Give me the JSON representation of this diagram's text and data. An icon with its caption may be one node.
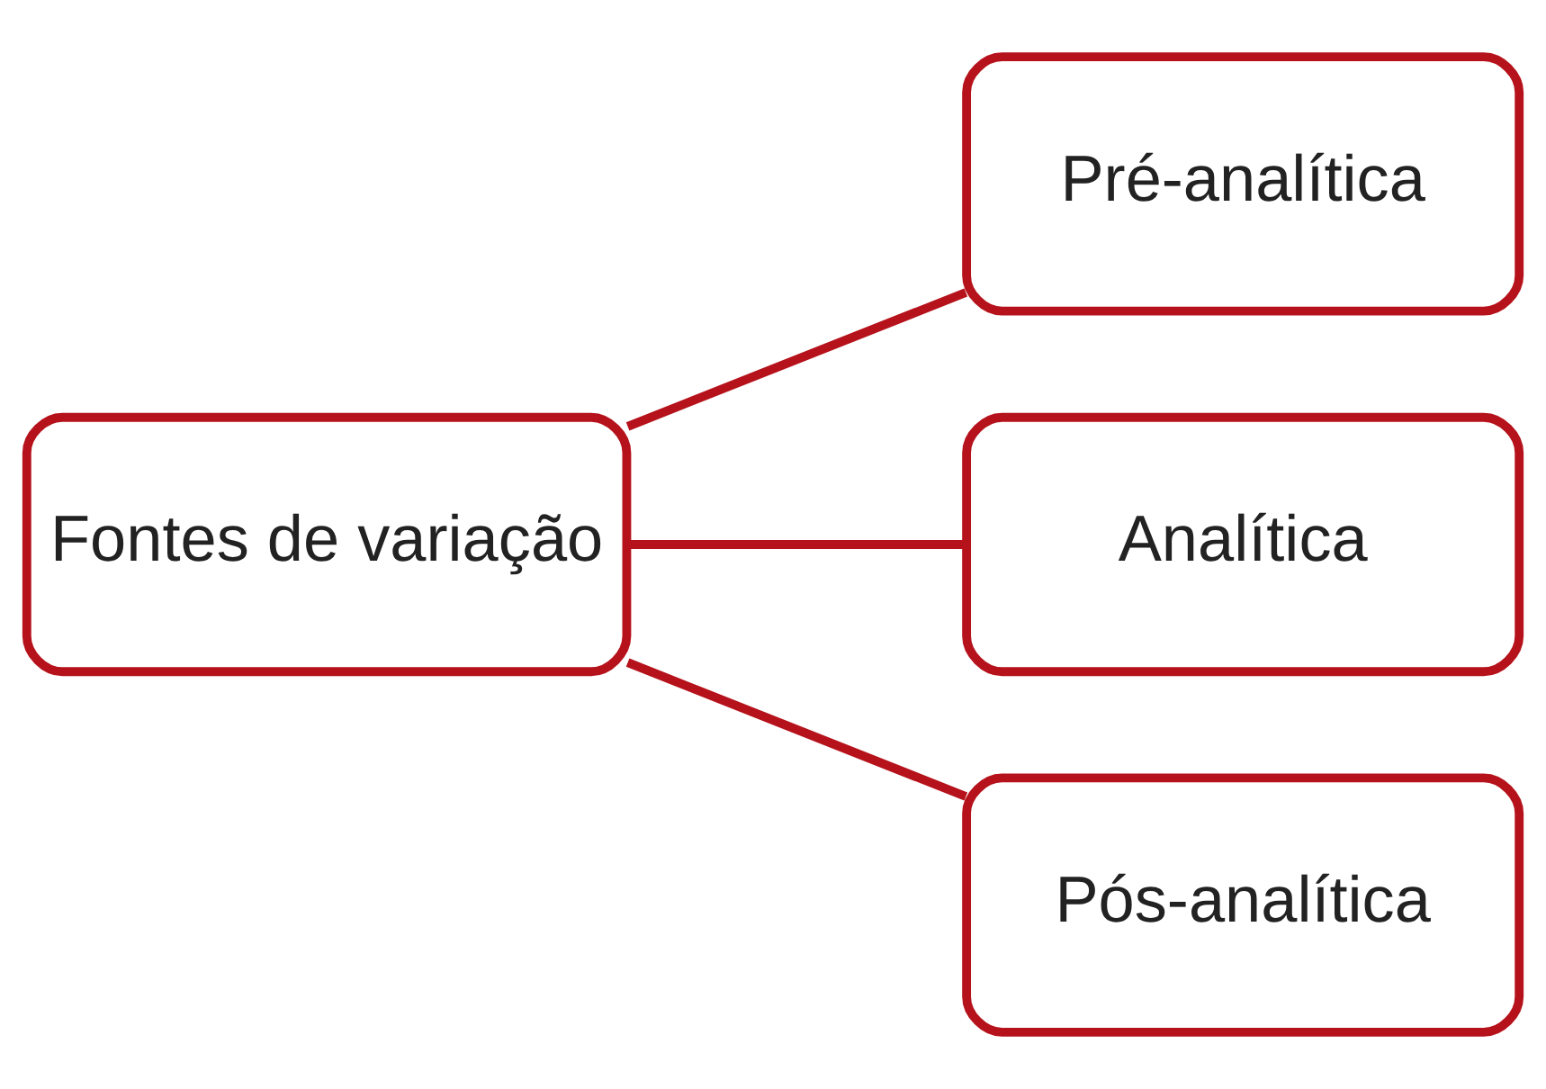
{
  "diagram": {
    "nodes": [
      {
        "text": [
          "Fontes de variação"
        ]
      },
      {
        "text": [
          "Pré-analítica"
        ]
      },
      {
        "text": [
          "Analítica"
        ]
      },
      {
        "text": [
          "Pós-analítica"
        ]
      }
    ],
    "edges": [
      {
        "from": 0,
        "to": 1,
        "arrow": "none"
      },
      {
        "from": 0,
        "to": 2,
        "arrow": "none"
      },
      {
        "from": 0,
        "to": 3,
        "arrow": "none"
      }
    ]
  }
}
